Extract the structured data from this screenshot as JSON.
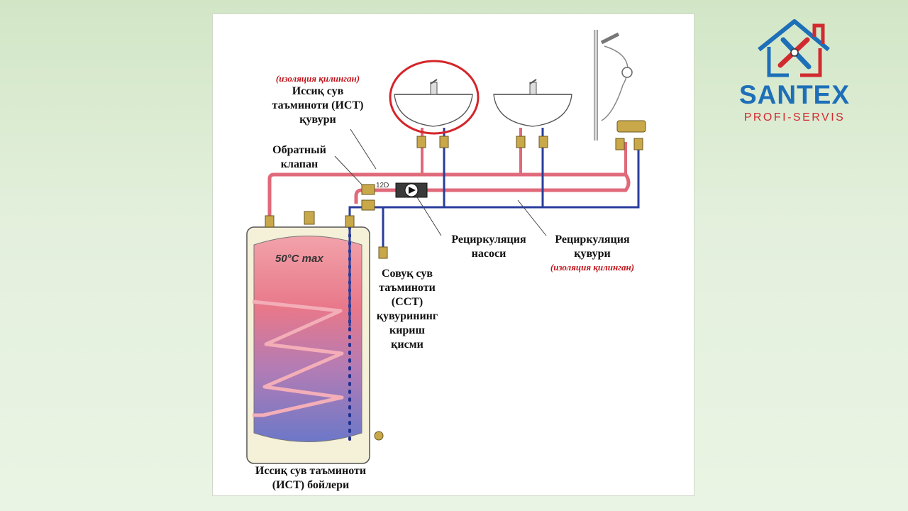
{
  "diagram": {
    "hot_pipe": {
      "note": "(изоляция қилинган)",
      "lines": [
        "Иссиқ сув",
        "таъминоти (ИСТ)",
        "қувури"
      ]
    },
    "check_valve": {
      "lines": [
        "Обратный",
        "клапан"
      ]
    },
    "pump_label": {
      "lines": [
        "Рециркуляция",
        "насоси"
      ]
    },
    "recirc_pipe": {
      "lines": [
        "Рециркуляция",
        "қувури"
      ],
      "note": "(изоляция қилинган)"
    },
    "cold_inlet": {
      "lines": [
        "Совуқ сув",
        "таъминоти",
        "(ССТ)",
        "қувурининг",
        "кириш",
        "қисми"
      ]
    },
    "boiler_label": {
      "lines": [
        "Иссиқ сув таъминоти",
        "(ИСТ)  бойлери"
      ]
    },
    "temperature": "50°C max",
    "pump_mark": "12D",
    "colors": {
      "hot": "#e0697a",
      "cold": "#2a3d9c",
      "highlight": "#d4252a"
    }
  },
  "logo": {
    "name": "SANTEX",
    "tagline": "PROFI-SERVIS"
  }
}
